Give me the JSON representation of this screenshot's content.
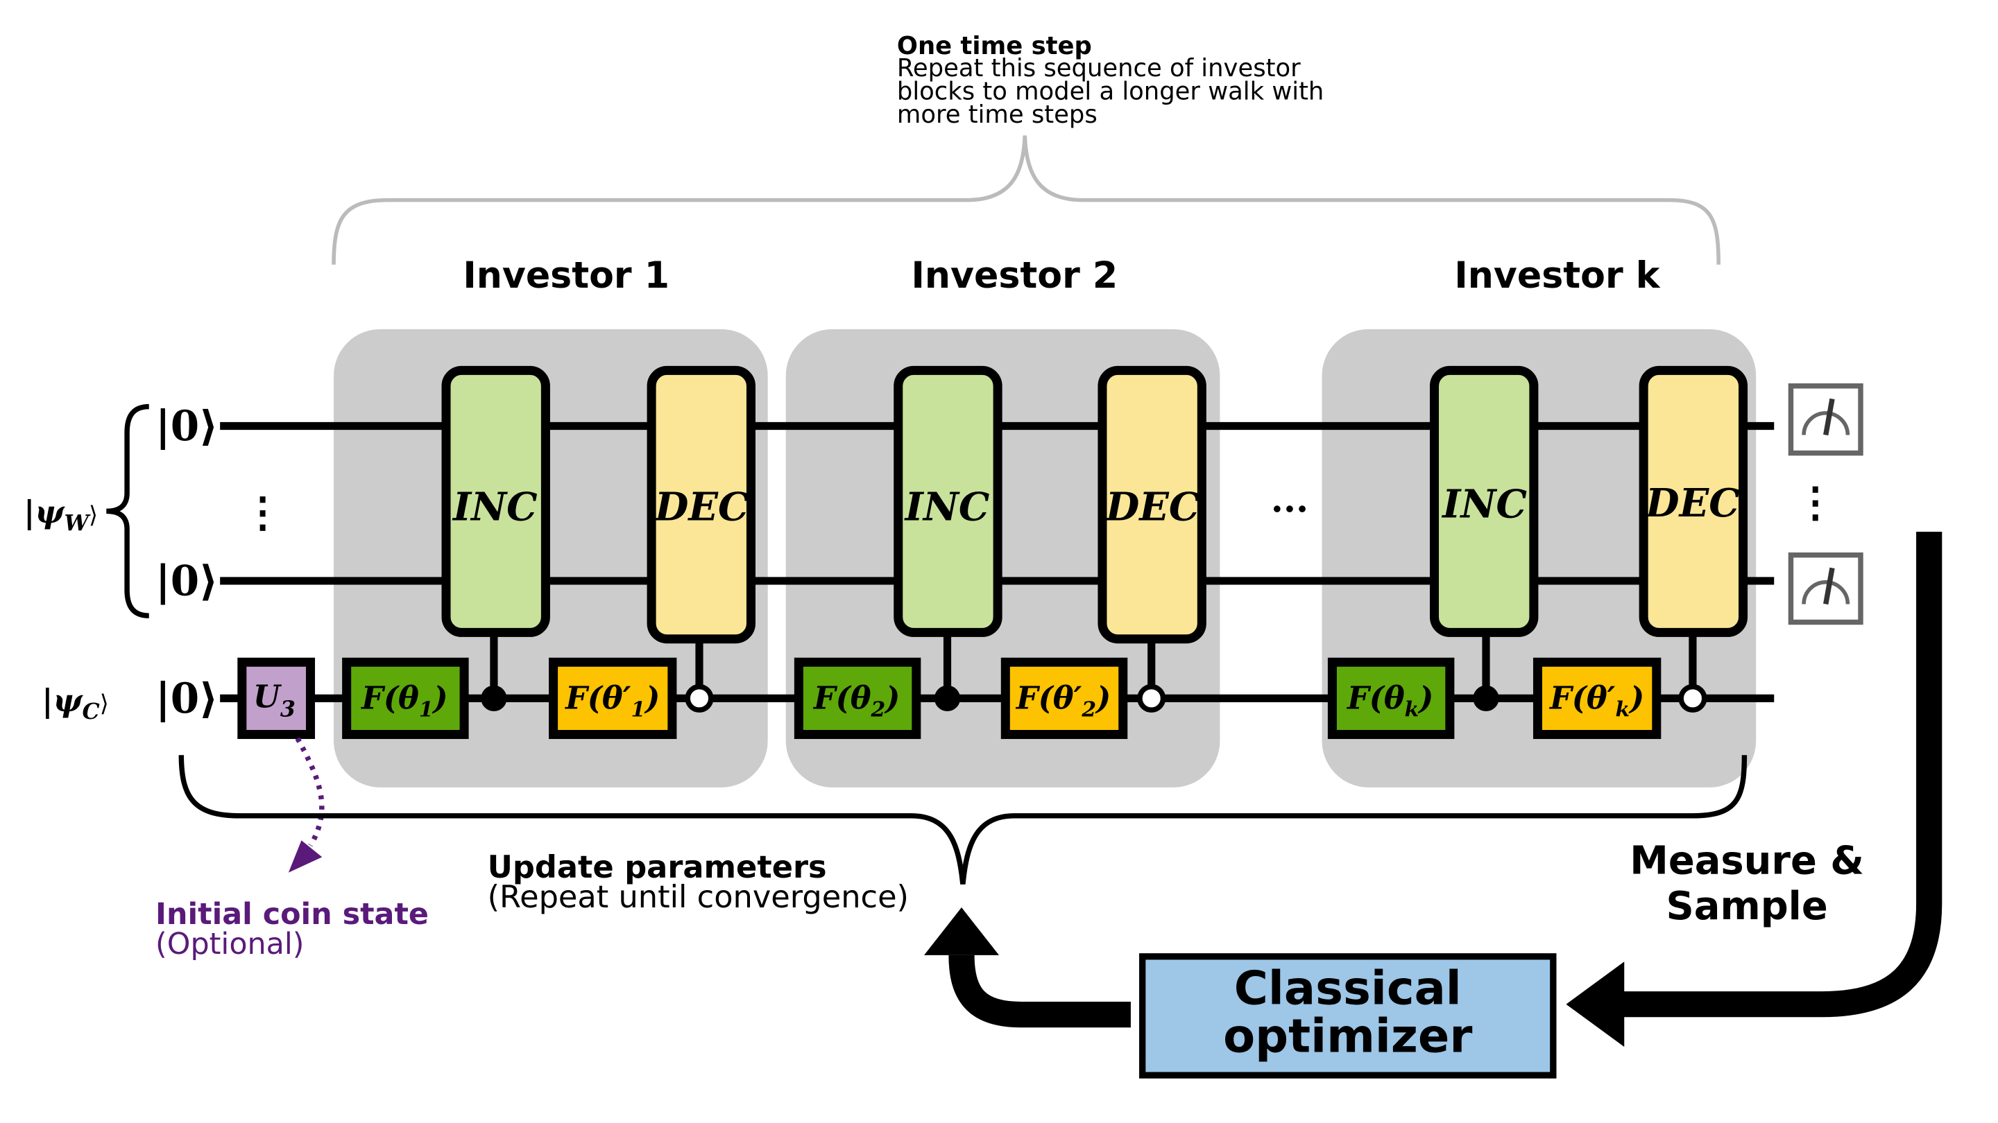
{
  "time_step": {
    "title": "One time step",
    "line1": "Repeat this sequence of investor",
    "line2": "blocks to model a longer walk with",
    "line3": "more time steps"
  },
  "investors": [
    {
      "title": "Investor 1",
      "inc": "INC",
      "dec": "DEC",
      "f_ctrl": "F(θ",
      "f_ctrl_sub": "1",
      "f_anti": "F(θ′",
      "f_anti_sub": "1"
    },
    {
      "title": "Investor 2",
      "inc": "INC",
      "dec": "DEC",
      "f_ctrl": "F(θ",
      "f_ctrl_sub": "2",
      "f_anti": "F(θ′",
      "f_anti_sub": "2"
    },
    {
      "title": "Investor k",
      "inc": "INC",
      "dec": "DEC",
      "f_ctrl": "F(θ",
      "f_ctrl_sub": "k",
      "f_anti": "F(θ′",
      "f_anti_sub": "k"
    }
  ],
  "f_close": ")",
  "registers": {
    "walker_label": "|ψ",
    "walker_sub": "W",
    "coin_label": "|ψ",
    "coin_sub": "C",
    "ket_close": "⟩",
    "ket_zero": "|0⟩",
    "vdots": "⋮",
    "hdots": "···"
  },
  "u3": {
    "label": "U",
    "sub": "3"
  },
  "coin_note": {
    "title": "Initial coin state",
    "subtitle": "(Optional)"
  },
  "update": {
    "title": "Update parameters",
    "subtitle": "(Repeat until convergence)"
  },
  "measure": {
    "line1": "Measure &",
    "line2": "Sample"
  },
  "optimizer": {
    "line1": "Classical",
    "line2": "optimizer"
  },
  "colors": {
    "block_bg": "#cccccc",
    "inc": "#c8e29b",
    "dec": "#fbe697",
    "f_ctrl": "#5ea80a",
    "f_anti": "#fdc200",
    "u3": "#c2a0cc",
    "optimizer": "#9dc6e7",
    "coin_note": "#5a1a7a",
    "brace": "#bbbbbb"
  }
}
